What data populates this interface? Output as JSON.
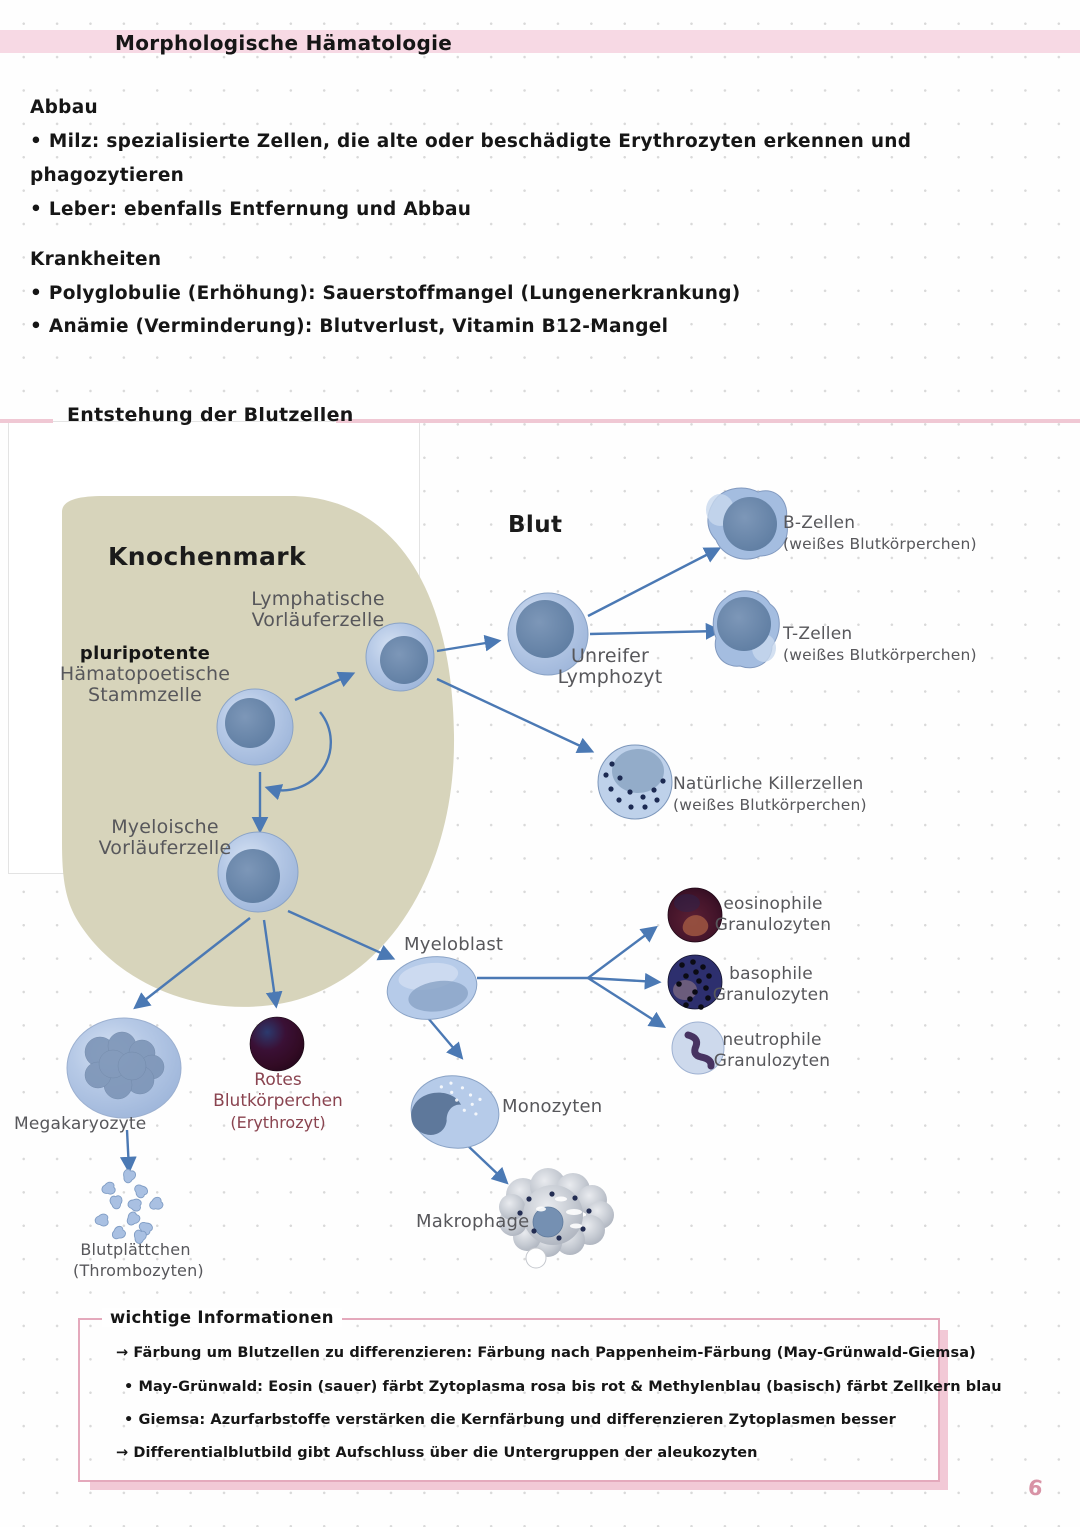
{
  "header": {
    "title": "Morphologische Hämatologie",
    "band_color": "#f7d9e4"
  },
  "notes": {
    "abbau": {
      "heading": "Abbau",
      "lines": [
        "• Milz: spezialisierte Zellen, die alte oder beschädigte Erythrozyten erkennen und",
        "phagozytieren",
        "• Leber: ebenfalls Entfernung und Abbau"
      ]
    },
    "krankheiten": {
      "heading": "Krankheiten",
      "lines": [
        "• Polyglobulie (Erhöhung): Sauerstoffmangel (Lungenerkrankung)",
        "• Anämie (Verminderung): Blutverlust, Vitamin B12-Mangel"
      ]
    }
  },
  "section2": {
    "heading": "Entstehung der Blutzellen",
    "accent_line_color": "#f0c8d4"
  },
  "diagram": {
    "regions": {
      "bone_marrow": "Knochenmark",
      "blood": "Blut"
    },
    "labels": {
      "stem": {
        "line1": "pluripotente",
        "line2": "Hämatopoetische",
        "line3": "Stammzelle"
      },
      "lymph_precursor": {
        "line1": "Lymphatische",
        "line2": "Vorläuferzelle"
      },
      "myeloid_precursor": {
        "line1": "Myeloische",
        "line2": "Vorläuferzelle"
      },
      "immature_lymphocyte": {
        "line1": "Unreifer",
        "line2": "Lymphozyt"
      },
      "b_cells": {
        "name": "B-Zellen",
        "sub": "(weißes Blutkörperchen)"
      },
      "t_cells": {
        "name": "T-Zellen",
        "sub": "(weißes Blutkörperchen)"
      },
      "nk_cells": {
        "name": "Natürliche Killerzellen",
        "sub": "(weißes Blutkörperchen)"
      },
      "myeloblast": "Myeloblast",
      "eosinophil": {
        "line1": "eosinophile",
        "line2": "Granulozyten"
      },
      "basophil": {
        "line1": "basophile",
        "line2": "Granulozyten"
      },
      "neutrophil": {
        "line1": "neutrophile",
        "line2": "Granulozyten"
      },
      "monocyte": "Monozyten",
      "macrophage": "Makrophage",
      "megakaryocyte": "Megakaryozyte",
      "erythrocyte": {
        "name": "Rotes Blutkörperchen",
        "sub": "(Erythrozyt)"
      },
      "platelets": {
        "name": "Blutplättchen",
        "sub": "(Thrombozyten)"
      }
    },
    "colors": {
      "bone_marrow_fill": "#d7d4bb",
      "arrow": "#4b79b4",
      "cell_light": "#aec4e4",
      "cell_nucleus": "#6c8aad",
      "erythrocyte_dark": "#360d26",
      "erythrocyte_label": "#8a4450"
    }
  },
  "infobox": {
    "title": "wichtige Informationen",
    "border_color": "#e4a9bc",
    "lines": [
      "→ Färbung um Blutzellen zu differenzieren: Färbung nach Pappenheim-Färbung (May-Grünwald-Giemsa)",
      "•    May-Grünwald: Eosin (sauer) färbt Zytoplasma rosa bis rot & Methylenblau (basisch) färbt Zellkern blau",
      "•    Giemsa: Azurfarbstoffe verstärken die Kernfärbung und differenzieren Zytoplasmen besser",
      "→ Differentialblutbild gibt Aufschluss über die Untergruppen der aleukozyten"
    ]
  },
  "page": {
    "number": "6"
  }
}
